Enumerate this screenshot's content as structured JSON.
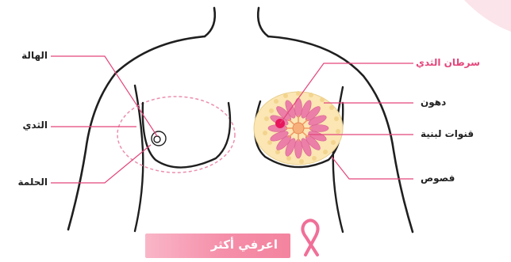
{
  "labels": {
    "halo": "الهالة",
    "breast": "الثدي",
    "nipple": "الحلمة",
    "cancer": "سرطان الثدي",
    "fat": "دهون",
    "ducts": "قنوات لبنية",
    "lobes": "فصوص"
  },
  "banner": {
    "text": "اعرفي أكثر"
  },
  "colors": {
    "accent": "#e4467a",
    "outline": "#1f1f1f",
    "fat": "#fbe6b4",
    "lobe": "#eb7fa8",
    "duct": "#f39a68",
    "tumor": "#e8175d",
    "banner": "#f58ea9"
  },
  "icons": [
    "pink-ribbon-icon"
  ]
}
